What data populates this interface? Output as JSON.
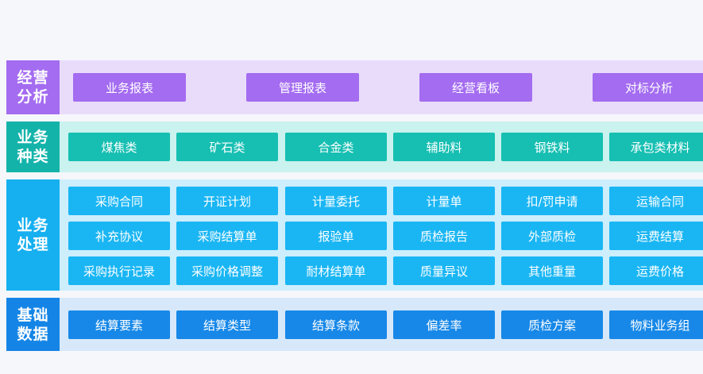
{
  "sections": {
    "analysis": {
      "label_line1": "经营",
      "label_line2": "分析",
      "items": [
        "业务报表",
        "管理报表",
        "经营看板",
        "对标分析"
      ]
    },
    "categories": {
      "label_line1": "业务",
      "label_line2": "种类",
      "items": [
        "煤焦类",
        "矿石类",
        "合金类",
        "辅助料",
        "钢铁料",
        "承包类材料"
      ]
    },
    "processing": {
      "label_line1": "业务",
      "label_line2": "处理",
      "rows": [
        [
          "采购合同",
          "开证计划",
          "计量委托",
          "计量单",
          "扣/罚申请",
          "运输合同"
        ],
        [
          "补充协议",
          "采购结算单",
          "报验单",
          "质检报告",
          "外部质检",
          "运费结算"
        ],
        [
          "采购执行记录",
          "采购价格调整",
          "耐材结算单",
          "质量异议",
          "其他重量",
          "运费价格"
        ]
      ]
    },
    "basic_data": {
      "label_line1": "基础",
      "label_line2": "数据",
      "items": [
        "结算要素",
        "结算类型",
        "结算条款",
        "偏差率",
        "质检方案",
        "物料业务组"
      ]
    }
  },
  "colors": {
    "analysis": "#a46cf0",
    "categories": "#16bfb2",
    "processing": "#1ab6f4",
    "basic_data": "#1788e8"
  }
}
